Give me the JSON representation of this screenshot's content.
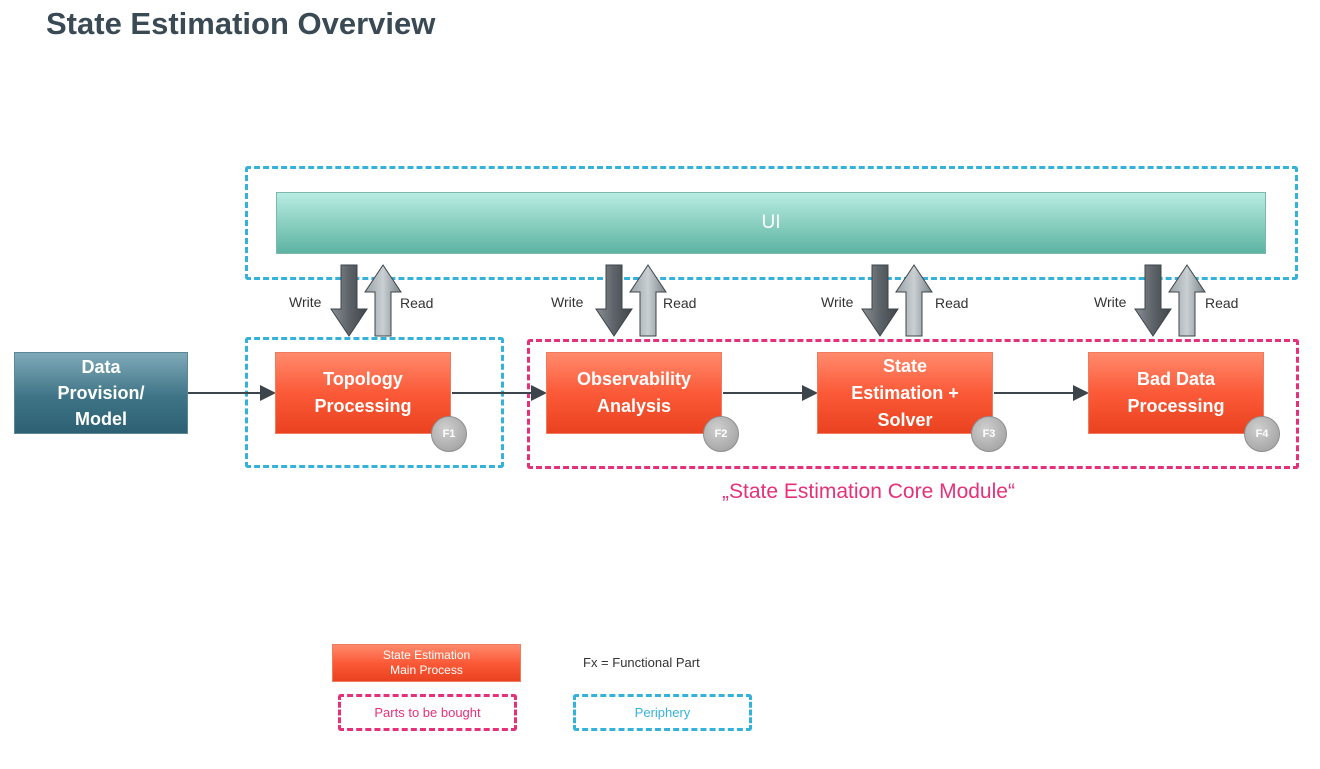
{
  "title": "State Estimation Overview",
  "ui_label": "UI",
  "data_source": "Data\nProvision/\nModel",
  "processes": [
    {
      "label": "Topology\nProcessing",
      "badge": "F1"
    },
    {
      "label": "Observability\nAnalysis",
      "badge": "F2"
    },
    {
      "label": "State\nEstimation +\nSolver",
      "badge": "F3"
    },
    {
      "label": "Bad Data\nProcessing",
      "badge": "F4"
    }
  ],
  "io_labels": {
    "write": "Write",
    "read": "Read"
  },
  "core_module_label": "„State Estimation Core Module“",
  "legend": {
    "main_process": "State Estimation\nMain Process",
    "functional_part": "Fx = Functional Part",
    "parts_to_be_bought": "Parts to be bought",
    "periphery": "Periphery"
  },
  "colors": {
    "periphery": "#35b2dc",
    "parts_to_be_bought": "#e5317a",
    "main_process": "#fb5a38",
    "ui": "#8fd3c4",
    "data_source": "#3f7487"
  }
}
